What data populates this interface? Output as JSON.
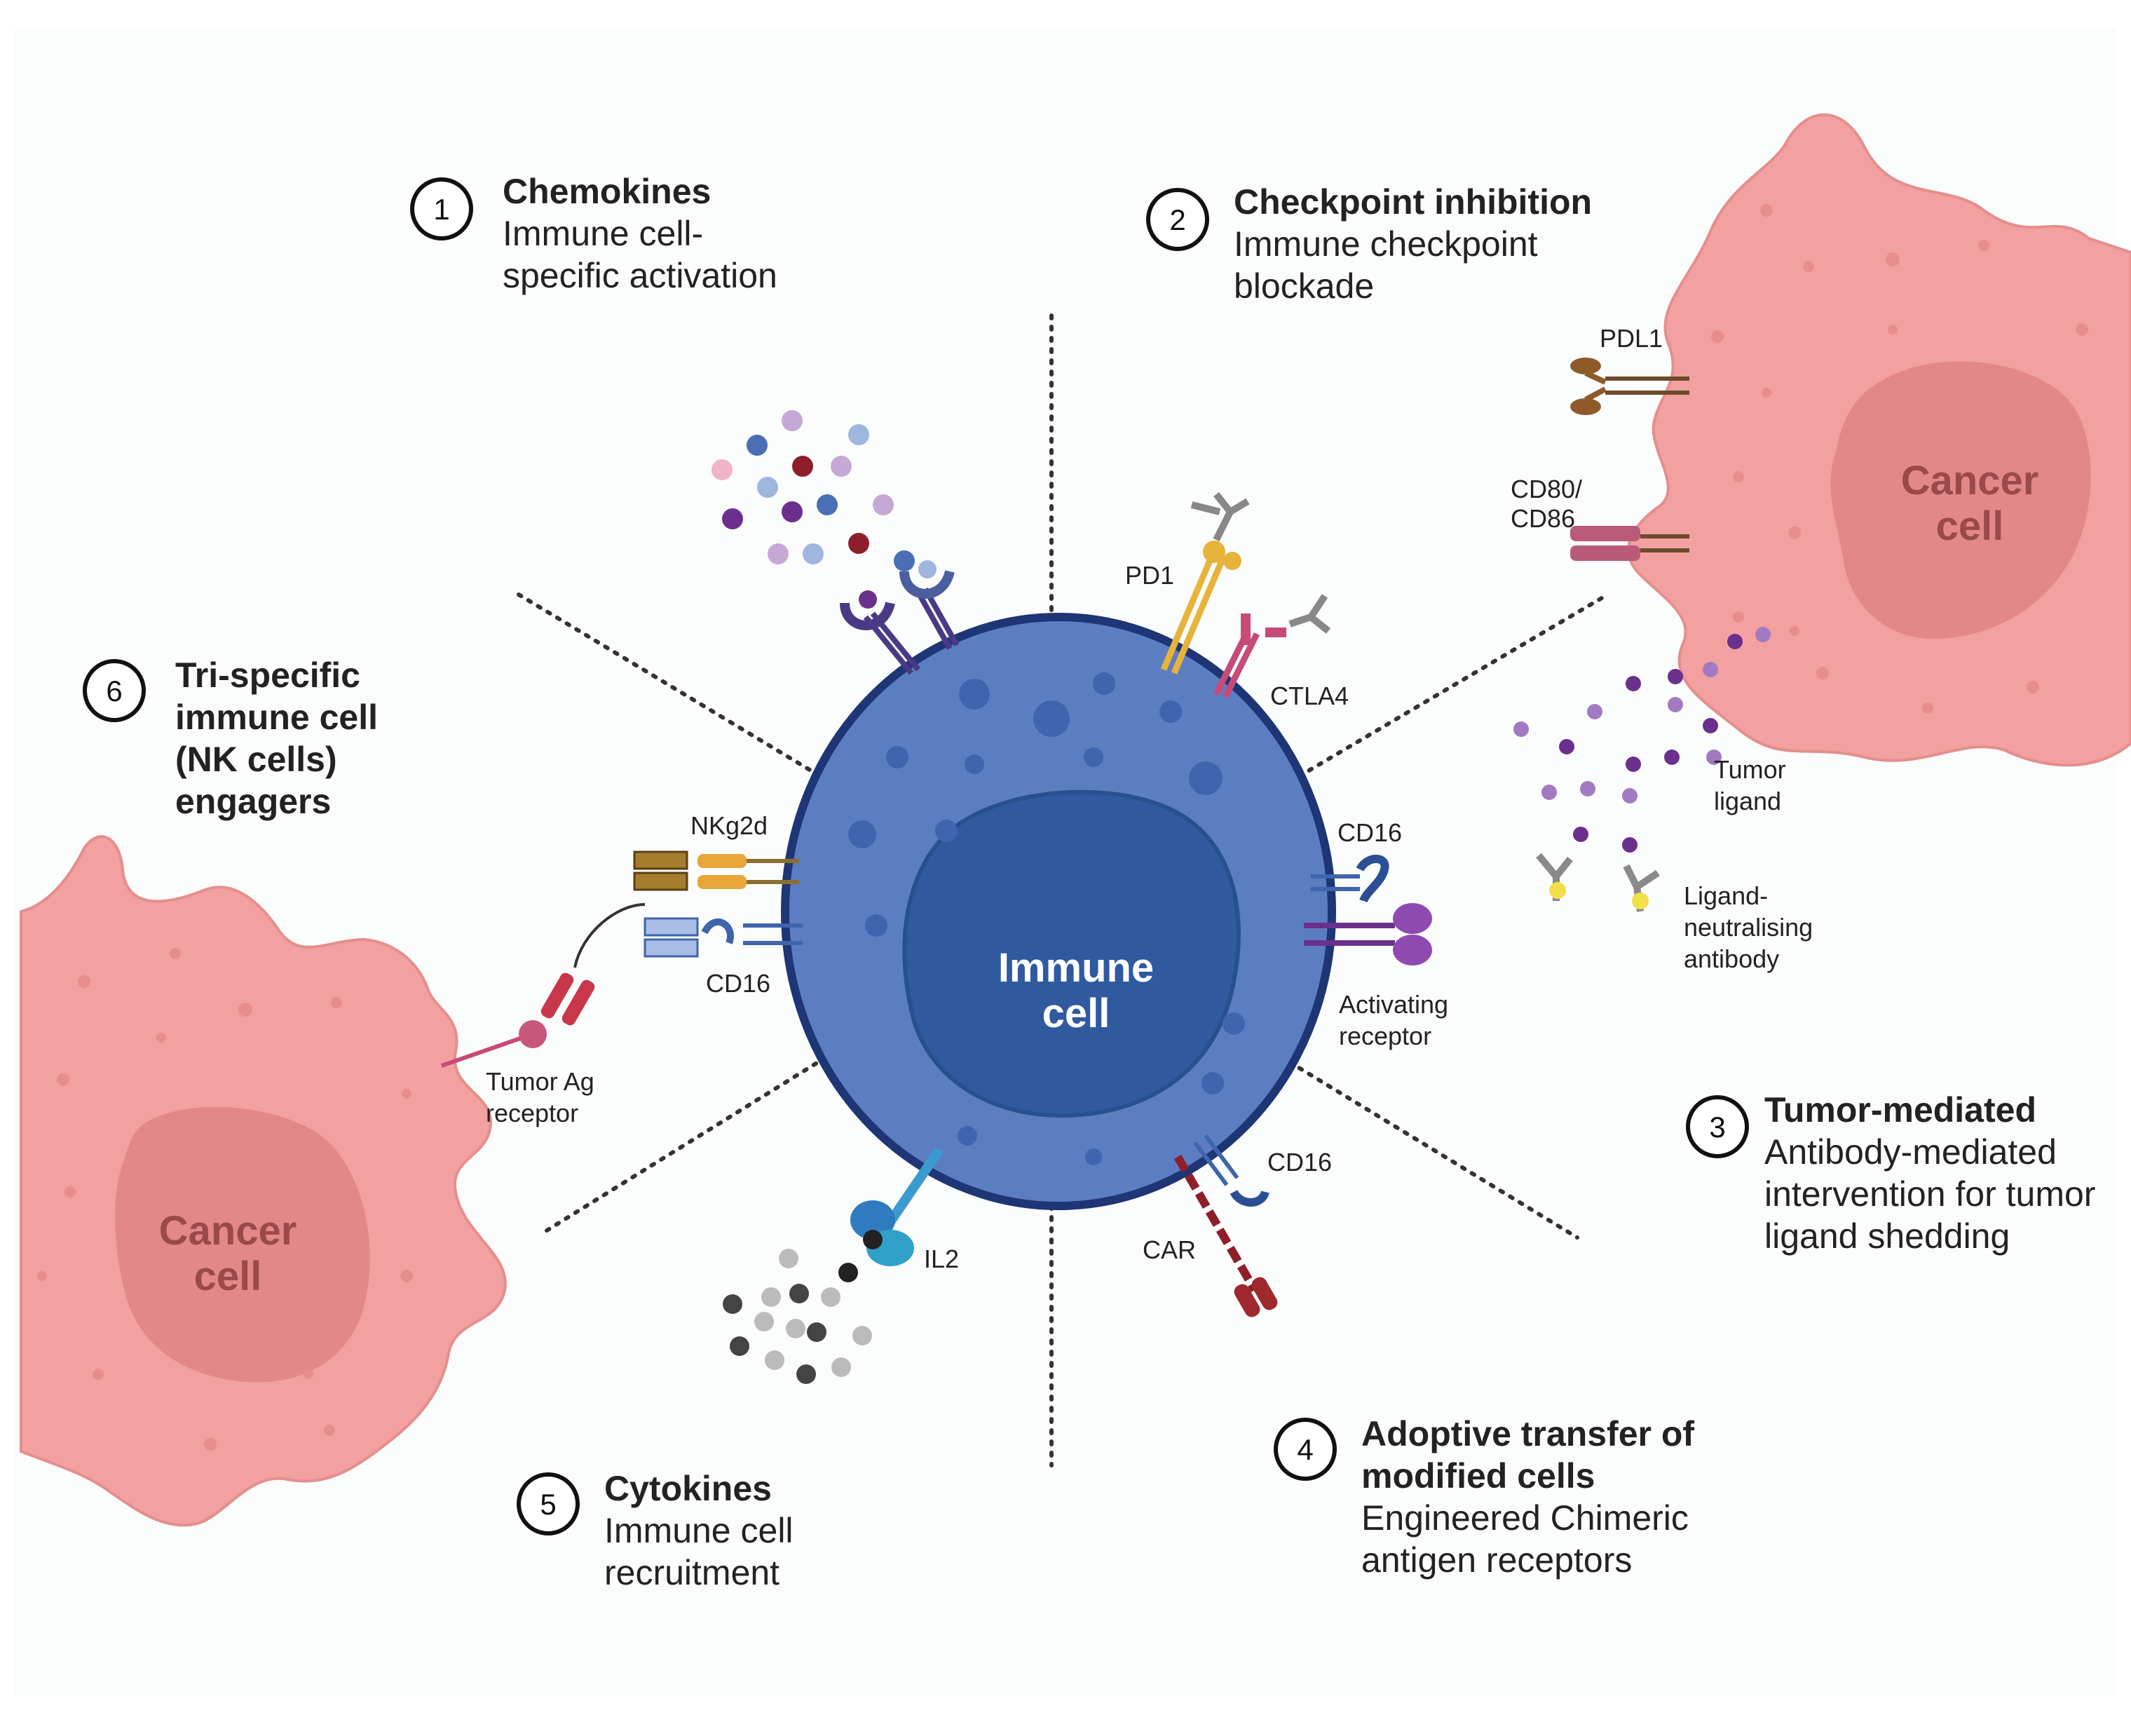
{
  "sections": [
    {
      "number": "1",
      "title": "Chemokines",
      "lines": [
        "Immune cell-",
        "specific activation"
      ]
    },
    {
      "number": "2",
      "title": "Checkpoint inhibition",
      "lines": [
        "Immune checkpoint",
        "blockade"
      ]
    },
    {
      "number": "3",
      "title": "Tumor-mediated",
      "lines": [
        "Antibody-mediated",
        "intervention for tumor",
        "ligand shedding"
      ]
    },
    {
      "number": "4",
      "title_lines": [
        "Adoptive transfer of",
        "modified cells"
      ],
      "lines": [
        "Engineered  Chimeric",
        "antigen receptors"
      ]
    },
    {
      "number": "5",
      "title": "Cytokines",
      "lines": [
        "Immune  cell",
        "recruitment"
      ]
    },
    {
      "number": "6",
      "title_lines": [
        "Tri-specific",
        "immune cell",
        "(NK cells)",
        "engagers"
      ],
      "lines": []
    }
  ],
  "cells": {
    "immune": [
      "Immune",
      "cell"
    ],
    "cancer_right": [
      "Cancer",
      "cell"
    ],
    "cancer_left": [
      "Cancer",
      "cell"
    ]
  },
  "labels": {
    "pdl1": "PDL1",
    "cd80_a": "CD80/",
    "cd80_b": "CD86",
    "pd1": "PD1",
    "ctla4": "CTLA4",
    "cd16_right": "CD16",
    "tumor_ligand_a": "Tumor",
    "tumor_ligand_b": "ligand",
    "lna_a": "Ligand-",
    "lna_b": "neutralising",
    "lna_c": "antibody",
    "act_a": "Activating",
    "act_b": "receptor",
    "cd16_bottom": "CD16",
    "car": "CAR",
    "il2": "IL2",
    "nkg2d": "NKg2d",
    "cd16_left": "CD16",
    "tag_a": "Tumor Ag",
    "tag_b": "receptor"
  },
  "colors": {
    "immune_outer": "#5b7ec2",
    "immune_nucleus": "#2f5aa0",
    "immune_border": "#1e3576",
    "cancer": "#f2a0a0",
    "cancer_nucleus": "#e08484"
  }
}
